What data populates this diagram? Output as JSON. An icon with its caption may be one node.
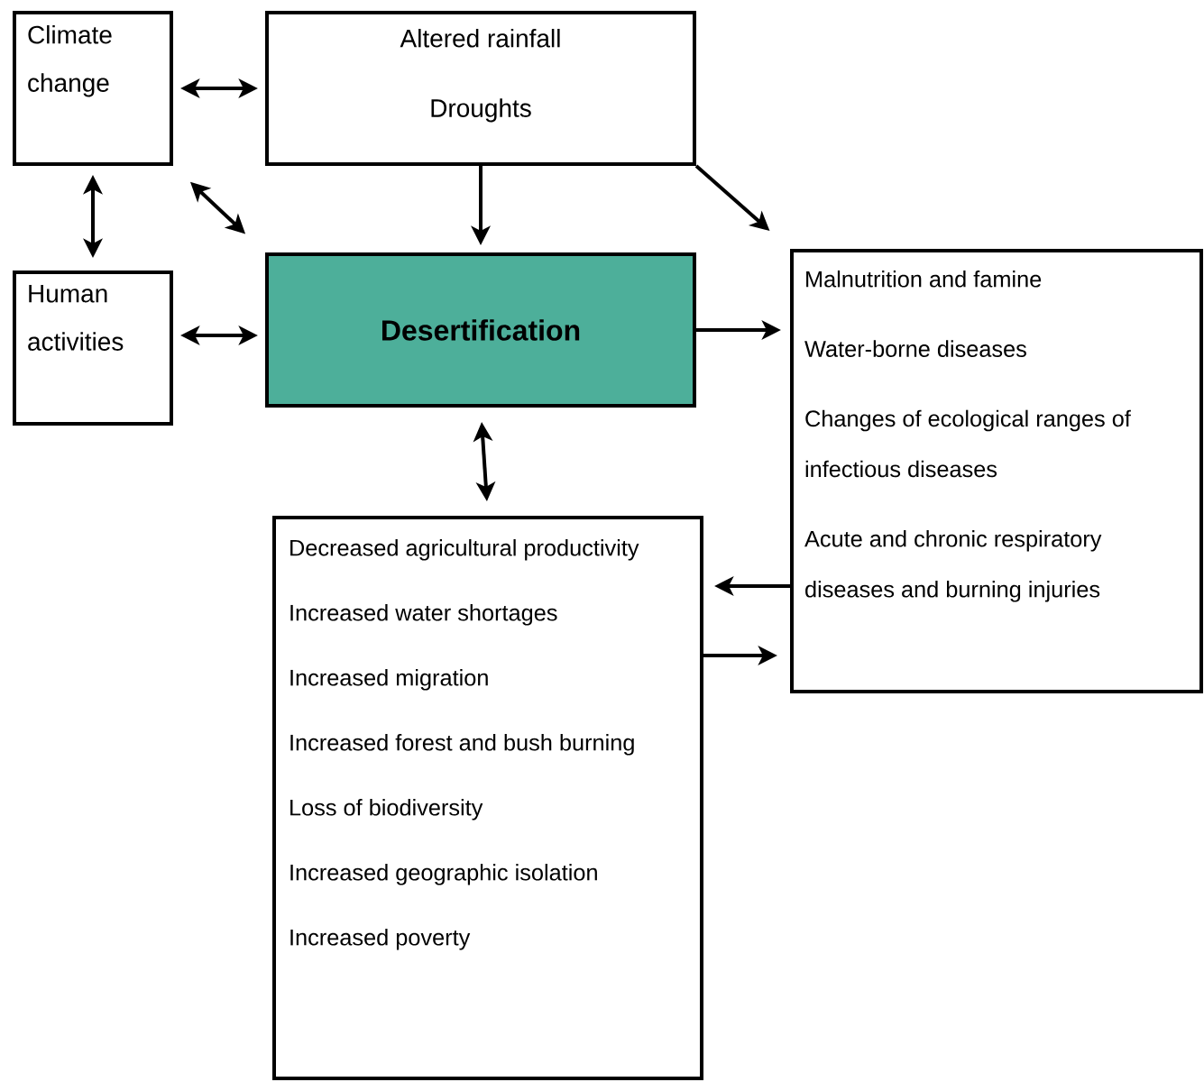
{
  "diagram": {
    "nodes": [
      {
        "text": [
          "Climate change"
        ]
      },
      {
        "text": [
          "Altered rainfall",
          "Droughts"
        ]
      },
      {
        "text": [
          "Human activities"
        ]
      },
      {
        "text": [
          "Desertification"
        ]
      },
      {
        "text": [
          "Malnutrition and famine",
          "Water-borne diseases",
          "Changes of ecological ranges of infectious diseases",
          "Acute and chronic respiratory diseases and burning injuries"
        ]
      },
      {
        "text": [
          "Decreased agricultural productivity",
          "Increased water shortages",
          "Increased migration",
          "Increased forest and bush burning",
          "Loss of biodiversity",
          "Increased geographic isolation",
          "Increased poverty"
        ]
      }
    ],
    "edges": [
      {
        "from": 0,
        "to": 1,
        "arrow": "both"
      },
      {
        "from": 0,
        "to": 2,
        "arrow": "both"
      },
      {
        "from": 0,
        "to": 3,
        "arrow": "both"
      },
      {
        "from": 1,
        "to": 3,
        "arrow": "to"
      },
      {
        "from": 1,
        "to": 4,
        "arrow": "to"
      },
      {
        "from": 2,
        "to": 3,
        "arrow": "both"
      },
      {
        "from": 3,
        "to": 4,
        "arrow": "to"
      },
      {
        "from": 3,
        "to": 5,
        "arrow": "both"
      },
      {
        "from": 4,
        "to": 5,
        "arrow": "to"
      },
      {
        "from": 5,
        "to": 4,
        "arrow": "to"
      }
    ]
  }
}
